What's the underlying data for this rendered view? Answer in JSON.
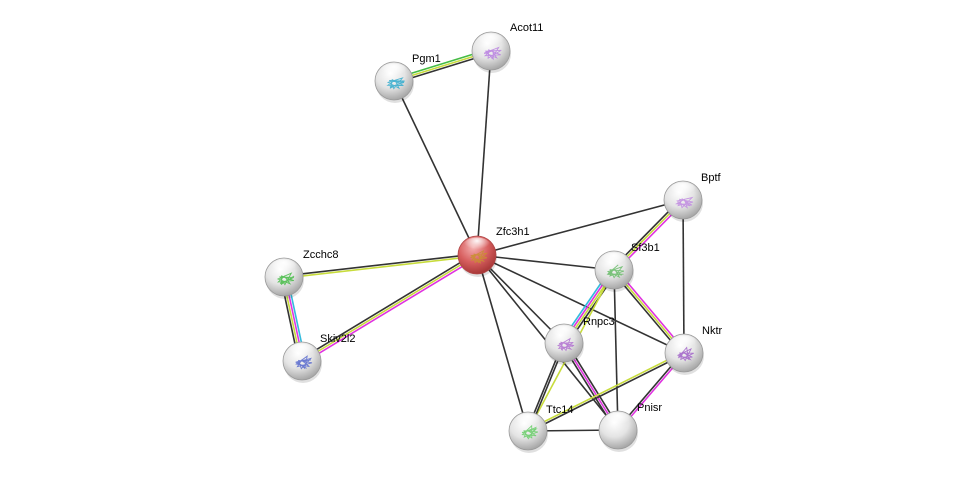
{
  "network": {
    "edge_colors": {
      "black": "#333333",
      "yellow": "#c8dc3c",
      "magenta": "#e033e0",
      "cyan": "#33bbdd",
      "green": "#44bb44"
    },
    "nodes": [
      {
        "id": "Acot11",
        "label": "Acot11",
        "color": "#e8e8e8",
        "structure_color": "#b77ee0",
        "query": false
      },
      {
        "id": "Pgm1",
        "label": "Pgm1",
        "color": "#e8e8e8",
        "structure_color": "#33aacc",
        "query": false
      },
      {
        "id": "Bptf",
        "label": "Bptf",
        "color": "#e8e8e8",
        "structure_color": "#c08ae0",
        "query": false
      },
      {
        "id": "Zfc3h1",
        "label": "Zfc3h1",
        "color": "#d05050",
        "structure_color": "#c89030",
        "query": true
      },
      {
        "id": "Zcchc8",
        "label": "Zcchc8",
        "color": "#e8e8e8",
        "structure_color": "#44bb44",
        "query": false
      },
      {
        "id": "Sf3b1",
        "label": "Sf3b1",
        "color": "#e8e8e8",
        "structure_color": "#66bb66",
        "query": false
      },
      {
        "id": "Skiv2l2",
        "label": "Skiv2l2",
        "color": "#e8e8e8",
        "structure_color": "#5566cc",
        "query": false
      },
      {
        "id": "Rnpc3",
        "label": "Rnpc3",
        "color": "#e8e8e8",
        "structure_color": "#b070d0",
        "query": false
      },
      {
        "id": "Nktr",
        "label": "Nktr",
        "color": "#e8e8e8",
        "structure_color": "#a060c8",
        "query": false
      },
      {
        "id": "Ttc14",
        "label": "Ttc14",
        "color": "#e8e8e8",
        "structure_color": "#66cc66",
        "query": false
      },
      {
        "id": "Pnisr",
        "label": "Pnisr",
        "color": "#e8e8e8",
        "structure_color": "",
        "query": false
      }
    ],
    "edges": [
      {
        "source": "Pgm1",
        "target": "Acot11",
        "evidence": [
          "green",
          "yellow",
          "black"
        ]
      },
      {
        "source": "Pgm1",
        "target": "Zfc3h1",
        "evidence": [
          "black"
        ]
      },
      {
        "source": "Acot11",
        "target": "Zfc3h1",
        "evidence": [
          "black"
        ]
      },
      {
        "source": "Zfc3h1",
        "target": "Bptf",
        "evidence": [
          "black"
        ]
      },
      {
        "source": "Zfc3h1",
        "target": "Zcchc8",
        "evidence": [
          "yellow",
          "black"
        ]
      },
      {
        "source": "Zfc3h1",
        "target": "Skiv2l2",
        "evidence": [
          "magenta",
          "yellow",
          "black"
        ]
      },
      {
        "source": "Zfc3h1",
        "target": "Sf3b1",
        "evidence": [
          "black"
        ]
      },
      {
        "source": "Zfc3h1",
        "target": "Rnpc3",
        "evidence": [
          "black"
        ]
      },
      {
        "source": "Zfc3h1",
        "target": "Nktr",
        "evidence": [
          "black"
        ]
      },
      {
        "source": "Zfc3h1",
        "target": "Ttc14",
        "evidence": [
          "black"
        ]
      },
      {
        "source": "Zfc3h1",
        "target": "Pnisr",
        "evidence": [
          "black"
        ]
      },
      {
        "source": "Zcchc8",
        "target": "Skiv2l2",
        "evidence": [
          "cyan",
          "magenta",
          "yellow",
          "black"
        ]
      },
      {
        "source": "Bptf",
        "target": "Sf3b1",
        "evidence": [
          "magenta",
          "yellow",
          "black"
        ]
      },
      {
        "source": "Bptf",
        "target": "Nktr",
        "evidence": [
          "black"
        ]
      },
      {
        "source": "Sf3b1",
        "target": "Rnpc3",
        "evidence": [
          "black",
          "yellow",
          "magenta",
          "cyan"
        ]
      },
      {
        "source": "Sf3b1",
        "target": "Nktr",
        "evidence": [
          "magenta",
          "yellow",
          "black"
        ]
      },
      {
        "source": "Sf3b1",
        "target": "Pnisr",
        "evidence": [
          "black"
        ]
      },
      {
        "source": "Sf3b1",
        "target": "Ttc14",
        "evidence": [
          "yellow"
        ]
      },
      {
        "source": "Rnpc3",
        "target": "Ttc14",
        "evidence": [
          "black",
          "black"
        ]
      },
      {
        "source": "Rnpc3",
        "target": "Pnisr",
        "evidence": [
          "black",
          "magenta",
          "black"
        ]
      },
      {
        "source": "Nktr",
        "target": "Ttc14",
        "evidence": [
          "black",
          "yellow"
        ]
      },
      {
        "source": "Nktr",
        "target": "Pnisr",
        "evidence": [
          "magenta",
          "black"
        ]
      },
      {
        "source": "Ttc14",
        "target": "Pnisr",
        "evidence": [
          "black"
        ]
      }
    ]
  }
}
